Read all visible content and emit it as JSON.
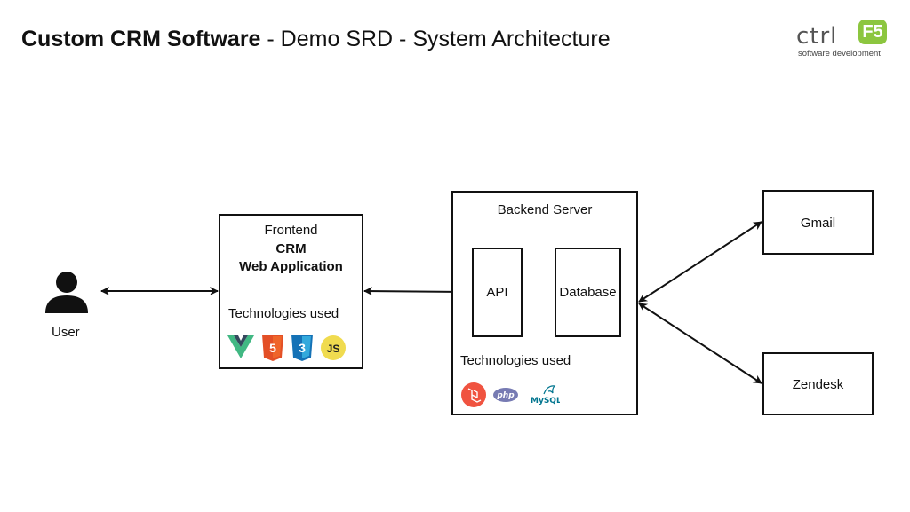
{
  "title": {
    "bold": "Custom CRM Software",
    "rest": " - Demo SRD - System Architecture"
  },
  "logo": {
    "word": "ctrl",
    "badge": "F5",
    "tagline": "software development"
  },
  "user": {
    "label": "User"
  },
  "frontend": {
    "line1": "Frontend",
    "line2": "CRM",
    "line3": "Web Application",
    "tech_label": "Technologies used",
    "tech_icons": [
      "vue-icon",
      "html5-icon",
      "css3-icon",
      "js-icon"
    ],
    "html5_text": "5",
    "css3_text": "3",
    "js_text": "JS"
  },
  "backend": {
    "title": "Backend Server",
    "api": "API",
    "database": "Database",
    "tech_label": "Technologies used",
    "tech_icons": [
      "laravel-icon",
      "php-icon",
      "mysql-icon"
    ],
    "php_text": "php",
    "mysql_text": "MySQL"
  },
  "gmail": {
    "label": "Gmail"
  },
  "zendesk": {
    "label": "Zendesk"
  },
  "colors": {
    "stroke": "#111111",
    "logo_green": "#8cc63f",
    "vue_green": "#41b883",
    "vue_dark": "#34495e",
    "html5": "#e34f26",
    "css3": "#1572b6",
    "js": "#f0db4f",
    "laravel": "#f05340",
    "php": "#777bb3",
    "mysql": "#00758f"
  }
}
